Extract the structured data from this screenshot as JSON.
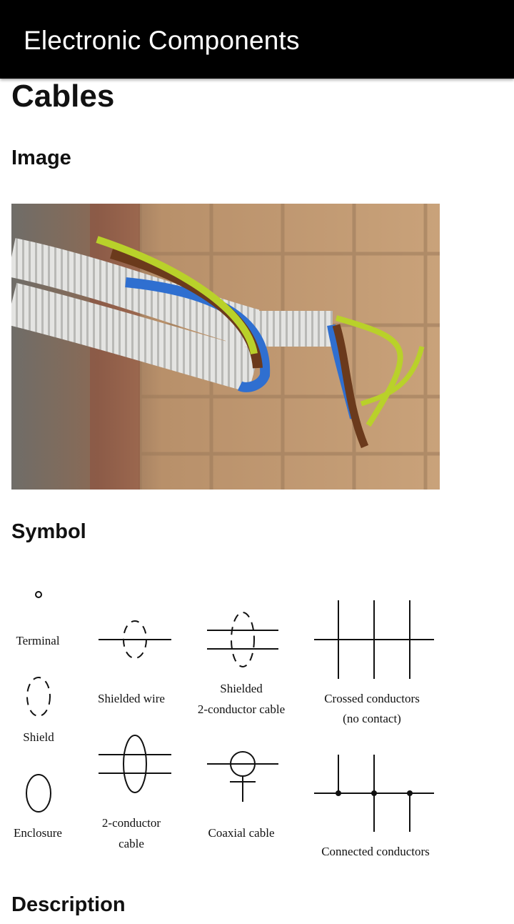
{
  "app": {
    "title": "Electronic Components"
  },
  "page": {
    "heading": "Cables",
    "sections": {
      "image": "Image",
      "symbol": "Symbol",
      "description": "Description"
    }
  },
  "photo": {
    "alt": "Cable wires in corrugated conduit"
  },
  "symbols": {
    "terminal": "Terminal",
    "shield": "Shield",
    "enclosure": "Enclosure",
    "shielded_wire": "Shielded wire",
    "shielded_cable_line1": "Shielded",
    "shielded_cable_line2": "2-conductor cable",
    "two_conductor_line1": "2-conductor",
    "two_conductor_line2": "cable",
    "coaxial": "Coaxial cable",
    "crossed_line1": "Crossed conductors",
    "crossed_line2": "(no contact)",
    "connected": "Connected conductors"
  },
  "colors": {
    "appbar": "#000000",
    "wire_blue": "#2f6fd0",
    "wire_brown": "#6b3a1c",
    "wire_yellow_green": "#b9d12a"
  }
}
